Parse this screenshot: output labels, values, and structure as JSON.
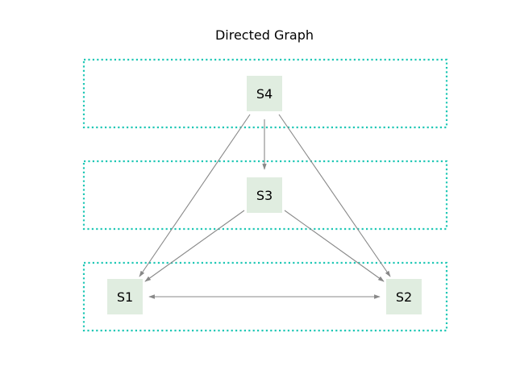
{
  "title": "Directed Graph",
  "colors": {
    "group_border": "#1fc7b5",
    "node_fill": "#e0ede0",
    "edge": "#888888",
    "text": "#000000"
  },
  "groups": [
    {
      "id": "level-top"
    },
    {
      "id": "level-middle"
    },
    {
      "id": "level-bottom"
    }
  ],
  "nodes": [
    {
      "id": "S4",
      "label": "S4"
    },
    {
      "id": "S3",
      "label": "S3"
    },
    {
      "id": "S1",
      "label": "S1"
    },
    {
      "id": "S2",
      "label": "S2"
    }
  ],
  "edges": [
    {
      "from": "S4",
      "to": "S3",
      "bidirectional": false
    },
    {
      "from": "S4",
      "to": "S1",
      "bidirectional": false
    },
    {
      "from": "S4",
      "to": "S2",
      "bidirectional": false
    },
    {
      "from": "S3",
      "to": "S1",
      "bidirectional": false
    },
    {
      "from": "S3",
      "to": "S2",
      "bidirectional": false
    },
    {
      "from": "S1",
      "to": "S2",
      "bidirectional": true
    }
  ]
}
